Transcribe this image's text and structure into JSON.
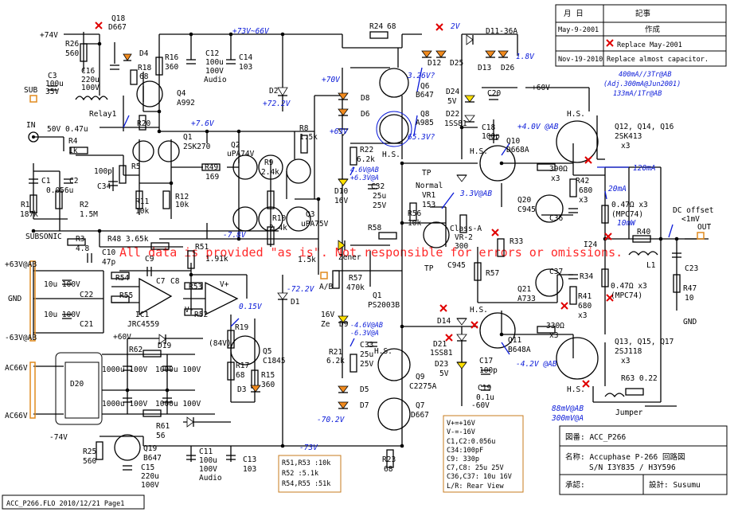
{
  "title_block": {
    "header_date": "月 日",
    "header_note": "記事",
    "rows": [
      {
        "date": "May-9-2001",
        "note": "作成"
      },
      {
        "date": "",
        "note": "Replace May-2001"
      },
      {
        "date": "Nov-19-2010",
        "note": "Replace almost capacitor."
      }
    ],
    "drawing_no": "図番: ACC_P266",
    "name_line1": "名称: Accuphase P-266 回路図",
    "name_line2": "S/N I3Y835 / H3Y596",
    "approve": "承認:",
    "design": "設計: Susumu"
  },
  "file_footer": "ACC_P266.FLO 2010/12/21 Page1",
  "watermark": "All data is provided \"as is\". Not responsible for errors or omissions.",
  "notes_box": [
    "V+=+16V",
    "V-=-16V",
    "C1,C2:0.056u",
    "C34:100pF",
    "C9: 330p",
    "C7,C8: 25u 25V",
    "C36,C37: 10u 16V",
    "L/R: Rear View"
  ],
  "resistor_box": [
    "R51,R53 :10k",
    "R52 :5.1k",
    "R54,R55 :51k"
  ],
  "bias_notes": [
    "400mA//3Tr@AB",
    "(Adj.300mA@Jun2001)",
    "133mA/1Tr@AB"
  ],
  "rails": {
    "pos74": "+74V",
    "neg74": "-74V",
    "rail7366": "+73V~66V",
    "neg73": "-73V",
    "pos70": "+70V",
    "neg702": "-70.2V",
    "pos722": "+72.2V",
    "neg722": "-72.2V",
    "pos60": "+60V",
    "neg60": "-60V",
    "pos63": "+63V",
    "pos76": "+7.6V",
    "neg78": "-7.8V",
    "pos015": "0.15V"
  },
  "labels": {
    "q18": [
      "Q18",
      "D667"
    ],
    "r26": [
      "R26",
      "560"
    ],
    "c16": [
      "C16",
      "220u",
      "100V"
    ],
    "d4": "D4",
    "r18": [
      "R18",
      "68"
    ],
    "r16": [
      "R16",
      "360"
    ],
    "c12": [
      "C12",
      "100u",
      "100V",
      "Audio"
    ],
    "c14": [
      "C14",
      "103"
    ],
    "q4": [
      "Q4",
      "A992"
    ],
    "r20": "R20",
    "c3": [
      "C3",
      "100u",
      "35V"
    ],
    "sub": "SUB",
    "relay": "Relay1",
    "in": "IN",
    "r4": [
      "R4",
      "1k"
    ],
    "v50": "50V",
    "c047": "0.47u",
    "r5": "R5",
    "c100p": "100p",
    "c34": "C34",
    "r11": [
      "R11",
      "10k"
    ],
    "r12": [
      "R12",
      "10k"
    ],
    "q1": [
      "Q1",
      "2SK270"
    ],
    "r49": [
      "R49",
      "169"
    ],
    "q2": [
      "Q2",
      "uPA74V"
    ],
    "r9": [
      "R9",
      "2.4k"
    ],
    "r10": [
      "R10",
      "2.4k"
    ],
    "q3": [
      "Q3",
      "uPA75V"
    ],
    "r8": [
      "R8",
      "1.5k"
    ],
    "r7": "1.5k",
    "d2": "D2",
    "d1": "D1",
    "c1": [
      "C1",
      "C2"
    ],
    "c0056": "0.056u",
    "r1": [
      "R1",
      "187k"
    ],
    "r2": [
      "R2",
      "1.5M"
    ],
    "subsonic": "SUBSONIC",
    "r3": [
      "R3",
      "4.8"
    ],
    "r48": "R48 3.65k",
    "c10": [
      "C10",
      "47p"
    ],
    "c9": "C9",
    "c7": "C7",
    "c8": "C8",
    "r54": "R54",
    "r55": "R55",
    "ic1": [
      "IC1",
      "JRC4559"
    ],
    "r51": "R51",
    "r53": "R53",
    "r52": "R52",
    "r191": "1.91k",
    "vp": "V+",
    "vm": "V-",
    "p63ab": "+63V@AB",
    "gnd": "GND",
    "c22": "C22",
    "c21": "C21",
    "n63ab": "-63V@AB",
    "c10u100v": "10u 100V",
    "ac66": "AC66V",
    "d20": "D20",
    "p60": "+60V",
    "d19": "D19",
    "r62": "R62",
    "r1000": "1000u 100V",
    "r61": [
      "R61",
      "56"
    ],
    "r19": "R19",
    "q5": [
      "Q5",
      "C1845"
    ],
    "v84": "(84V)",
    "r17": [
      "R17",
      "68"
    ],
    "r15": [
      "R15",
      "360"
    ],
    "d3": "D3",
    "q19": [
      "Q19",
      "B647"
    ],
    "r25": [
      "R25",
      "560"
    ],
    "c15": [
      "C15",
      "220u",
      "100V"
    ],
    "c11": [
      "C11",
      "100u",
      "100V",
      "Audio"
    ],
    "c13": [
      "C13",
      "103"
    ],
    "r24": [
      "R24",
      "68"
    ],
    "d8": "D8",
    "d6": "D6",
    "q6": [
      "Q6",
      "B647"
    ],
    "q8": [
      "Q8",
      "A985"
    ],
    "hs": "H.S.",
    "r22": [
      "R22",
      "6.2k"
    ],
    "d10": [
      "D10",
      "16V"
    ],
    "c32": [
      "C32",
      "25u",
      "25V"
    ],
    "vr1": [
      "Normal",
      "VR1",
      "153"
    ],
    "r56": [
      "R56",
      "10k"
    ],
    "r58": "R58",
    "zener": "Zener",
    "r57a": [
      "R57",
      "470k"
    ],
    "ab": "A/B",
    "ps": [
      "Q1",
      "PS2003B"
    ],
    "tp": "TP",
    "c945": "C945",
    "r57b": "R57",
    "vr2": [
      "Class-A",
      "VR-2",
      "300"
    ],
    "d9": "D9",
    "ze": "Ze",
    "v16": "16V",
    "c33": [
      "C33",
      "25u",
      "25V"
    ],
    "r21": [
      "R21",
      "6.2k"
    ],
    "q9": [
      "Q9",
      "C2275A"
    ],
    "d5": "D5",
    "d7": "D7",
    "q7": [
      "Q7",
      "D667"
    ],
    "r23": [
      "R23",
      "68"
    ],
    "d11": "D11-36A",
    "v2": "2V",
    "d12": "D12",
    "d25": "D25",
    "d13": "D13",
    "d26": "D26",
    "v18": "1.8V",
    "d24": [
      "D24",
      "5V"
    ],
    "c20": "C20",
    "d22": [
      "D22",
      "1SS81"
    ],
    "c18": [
      "C18",
      "100p"
    ],
    "q10": [
      "Q10",
      "D668A"
    ],
    "r390": [
      "390Ω",
      "x3"
    ],
    "r42": [
      "R42",
      "680",
      "x3"
    ],
    "q20": [
      "Q20",
      "C945"
    ],
    "c36": "C36",
    "r34": "R34",
    "r047a": [
      "0.47Ω x3",
      "(MPC74)"
    ],
    "ma20": "20mA",
    "ma120": "120mA",
    "mw10": "10mW",
    "r40": "R40",
    "l1": "L1",
    "out": "OUT",
    "dcoff": [
      "DC offset",
      "<1mV"
    ],
    "c23": "C23",
    "r47": [
      "R47",
      "10"
    ],
    "gnd2": "GND",
    "q12": [
      "Q12, Q14, Q16",
      "2SK413",
      "x3"
    ],
    "q13": [
      "Q13, Q15, Q17",
      "2SJ118",
      "x3"
    ],
    "q21": [
      "Q21",
      "A733"
    ],
    "c37": "C37",
    "r41": [
      "R41",
      "680",
      "x3"
    ],
    "r047b": [
      "0.47Ω x3",
      "(MPC74)"
    ],
    "r33": "R33",
    "d14": "D14",
    "d21": [
      "D21",
      "1SS81"
    ],
    "d23": [
      "D23",
      "5V"
    ],
    "c17": [
      "C17",
      "100p"
    ],
    "c19": [
      "C19",
      "0.1u"
    ],
    "q11": [
      "Q11",
      "B648A"
    ],
    "r330": [
      "330Ω",
      "x3"
    ],
    "r63": "R63 0.22",
    "jumper": "Jumper",
    "ma88": [
      "88mV@AB",
      "300mV@A"
    ],
    "v4ab": "+4.0V @AB",
    "vn42": "-4.2V @AB",
    "v326": "3.26V?",
    "v653": "65.3V?",
    "v33": "3.3V@AB",
    "v46": [
      "4.6V@AB",
      "+6.3V@A"
    ],
    "vn46": [
      "-4.6V@AB",
      "-6.3V@A"
    ],
    "i24": "I24"
  }
}
